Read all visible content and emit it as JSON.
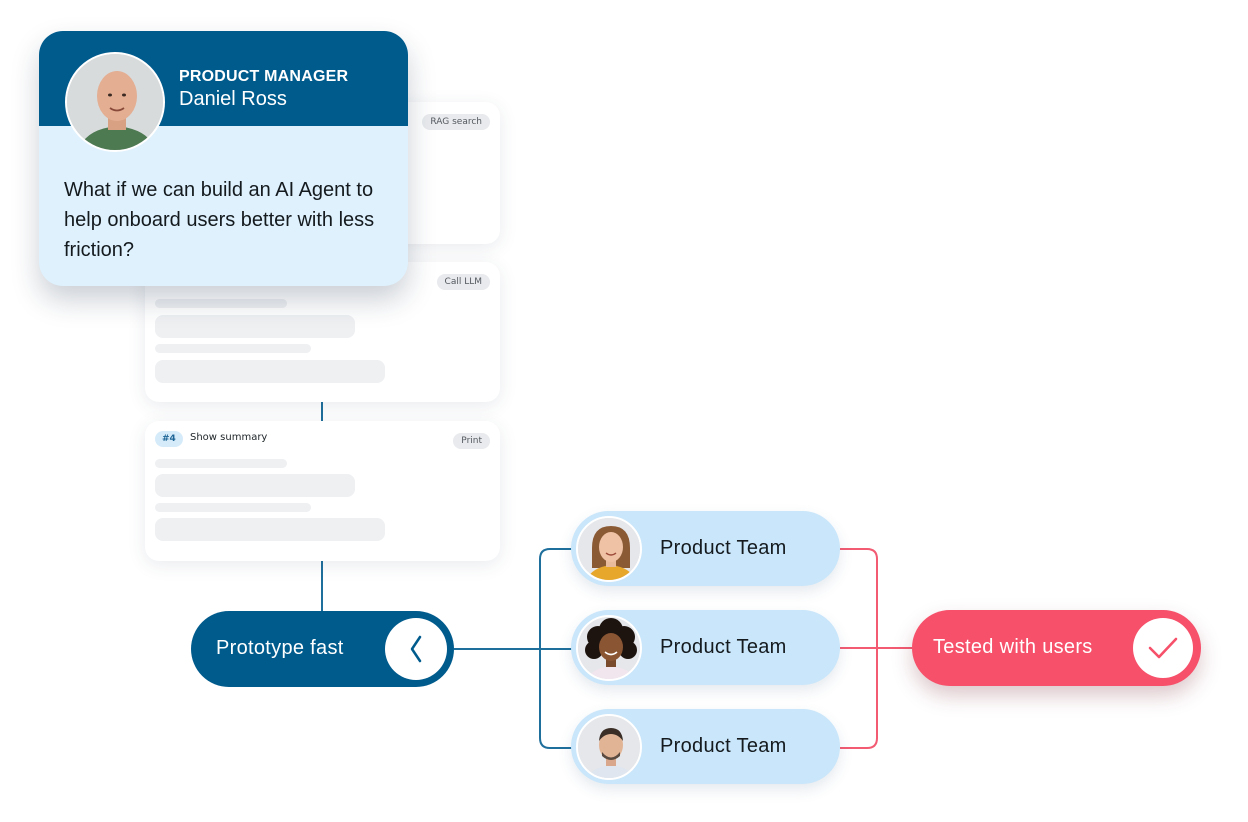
{
  "persona": {
    "role": "PRODUCT MANAGER",
    "name": "Daniel Ross",
    "quote": "What if we can build an AI Agent to help onboard users better with less friction?"
  },
  "steps": [
    {
      "tag": "RAG search"
    },
    {
      "tag": "Call LLM"
    },
    {
      "number": "#4",
      "title": "Show summary",
      "tag": "Print"
    }
  ],
  "prototype": {
    "label": "Prototype fast",
    "icon": "chevron-left-icon"
  },
  "teams": [
    {
      "label": "Product Team",
      "avatar": "woman-avatar"
    },
    {
      "label": "Product Team",
      "avatar": "woman-curly-hair-avatar"
    },
    {
      "label": "Product Team",
      "avatar": "man-avatar"
    }
  ],
  "result": {
    "label": "Tested with users",
    "icon": "checkmark-icon"
  },
  "colors": {
    "primary": "#005b8d",
    "light_blue": "#c9e6fa",
    "card_bg": "#def1fd",
    "accent": "#f6506a",
    "connector_blue": "#1f6f9c",
    "connector_red": "#f25b72"
  }
}
